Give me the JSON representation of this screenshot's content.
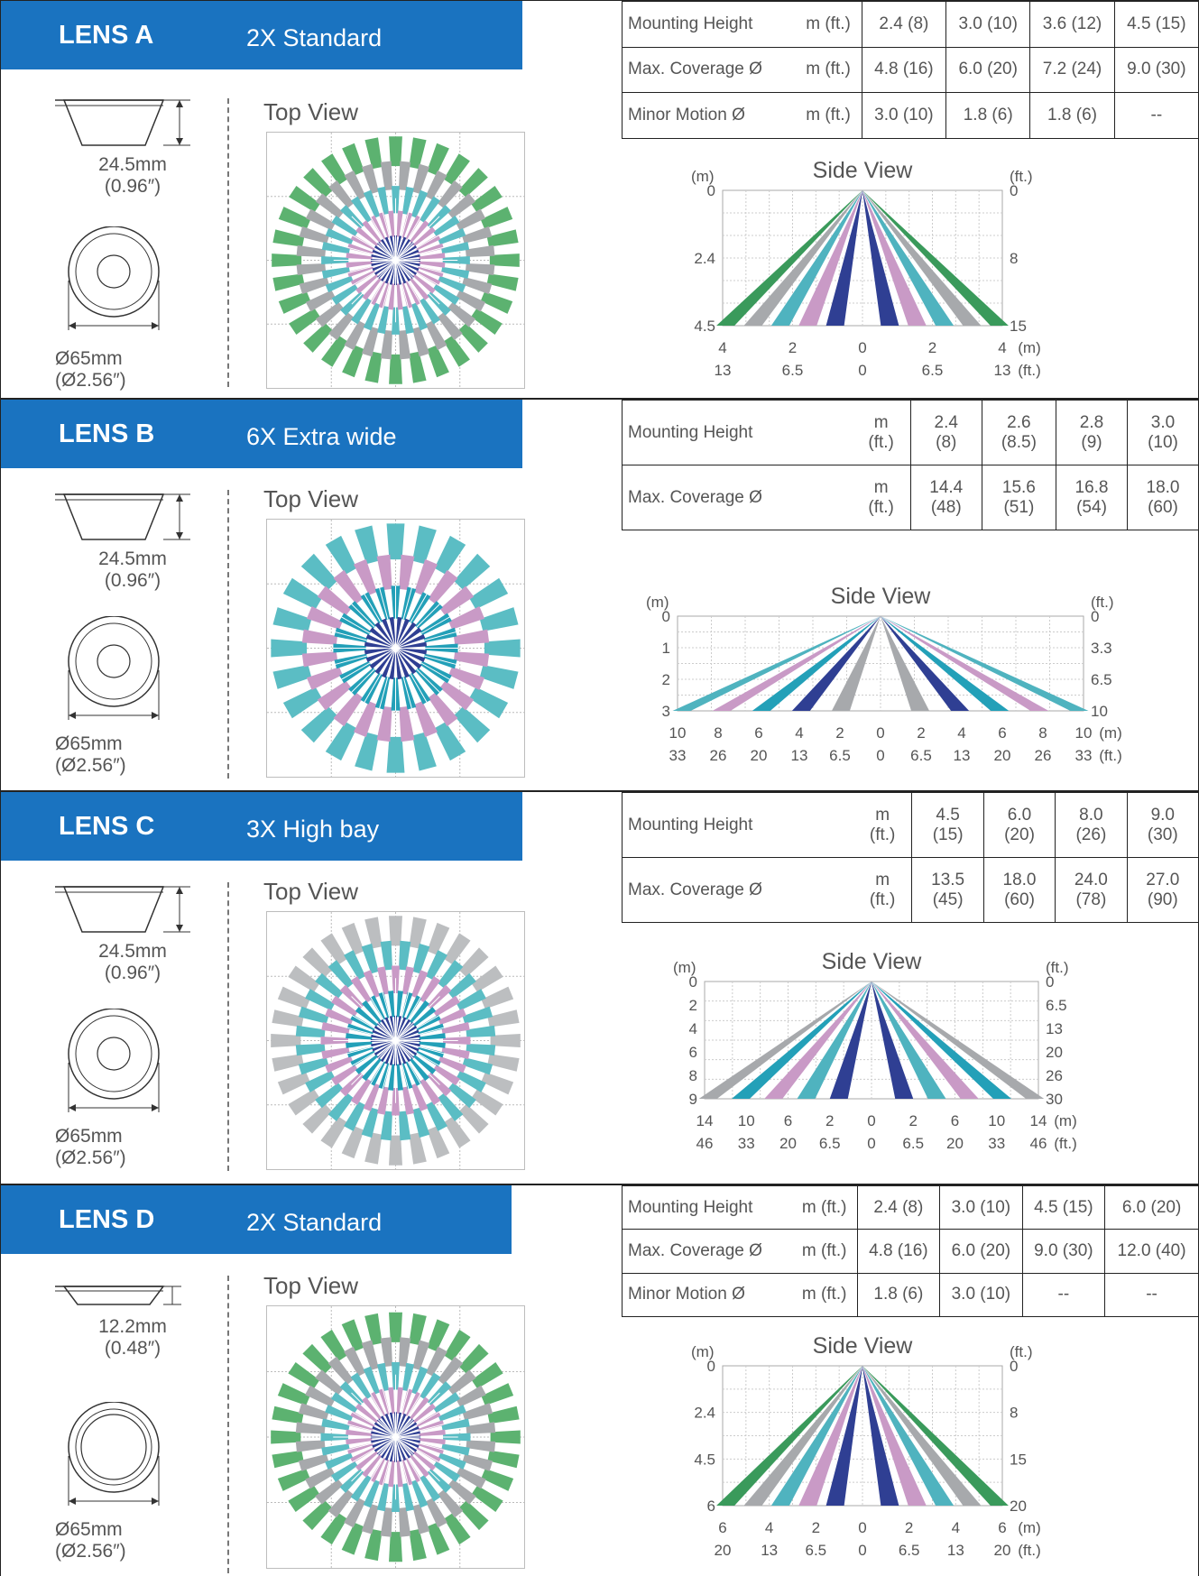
{
  "lenses": [
    {
      "name": "LENS A",
      "subtitle": "2X Standard",
      "dim_height": "24.5mm",
      "dim_height_in": "(0.96″)",
      "dim_diameter": "Ø65mm",
      "dim_diameter_in": "(Ø2.56″)",
      "top_view_label": "Top View",
      "top_view_colors": [
        "#5cb270",
        "#a7a9ac",
        "#5bbdc4",
        "#c99ac6",
        "#2f3f93"
      ],
      "table": {
        "layout": "inline",
        "rows": [
          {
            "label": "Mounting Height",
            "unit": "m (ft.)",
            "values": [
              "2.4 (8)",
              "3.0 (10)",
              "3.6 (12)",
              "4.5 (15)"
            ]
          },
          {
            "label": "Max. Coverage Ø",
            "unit": "m (ft.)",
            "values": [
              "4.8 (16)",
              "6.0 (20)",
              "7.2 (24)",
              "9.0 (30)"
            ]
          },
          {
            "label": "Minor Motion Ø",
            "unit": "m (ft.)",
            "values": [
              "3.0 (10)",
              "1.8 (6)",
              "1.8 (6)",
              "--"
            ]
          }
        ]
      },
      "side_view": {
        "title": "Side View",
        "left_unit": "(m)",
        "right_unit": "(ft.)",
        "left_ticks": [
          "0",
          "2.4",
          "4.5"
        ],
        "right_ticks": [
          "0",
          "8",
          "15"
        ],
        "bottom_m": [
          "4",
          "2",
          "0",
          "2",
          "4",
          "(m)"
        ],
        "bottom_ft": [
          "13",
          "6.5",
          "0",
          "6.5",
          "13",
          "(ft.)"
        ],
        "beam_colors": [
          "#3a9a5b",
          "#a7a9ac",
          "#4fb3bf",
          "#c99ac6",
          "#2f3f93"
        ]
      }
    },
    {
      "name": "LENS B",
      "subtitle": "6X Extra wide",
      "dim_height": "24.5mm",
      "dim_height_in": "(0.96″)",
      "dim_diameter": "Ø65mm",
      "dim_diameter_in": "(Ø2.56″)",
      "top_view_label": "Top View",
      "top_view_colors": [
        "#5bbdc4",
        "#c99ac6",
        "#23a0b8",
        "#2f3f93"
      ],
      "table": {
        "layout": "stacked",
        "rows": [
          {
            "label": "Mounting Height",
            "unit_m": "m",
            "unit_ft": "(ft.)",
            "values": [
              [
                "2.4",
                "(8)"
              ],
              [
                "2.6",
                "(8.5)"
              ],
              [
                "2.8",
                "(9)"
              ],
              [
                "3.0",
                "(10)"
              ]
            ]
          },
          {
            "label": "Max. Coverage Ø",
            "unit_m": "m",
            "unit_ft": "(ft.)",
            "values": [
              [
                "14.4",
                "(48)"
              ],
              [
                "15.6",
                "(51)"
              ],
              [
                "16.8",
                "(54)"
              ],
              [
                "18.0",
                "(60)"
              ]
            ]
          }
        ]
      },
      "side_view": {
        "title": "Side View",
        "left_unit": "(m)",
        "right_unit": "(ft.)",
        "left_ticks": [
          "0",
          "1",
          "2",
          "3"
        ],
        "right_ticks": [
          "0",
          "3.3",
          "6.5",
          "10"
        ],
        "bottom_m": [
          "10",
          "8",
          "6",
          "4",
          "2",
          "0",
          "2",
          "4",
          "6",
          "8",
          "10",
          "(m)"
        ],
        "bottom_ft": [
          "33",
          "26",
          "20",
          "13",
          "6.5",
          "0",
          "6.5",
          "13",
          "20",
          "26",
          "33",
          "(ft.)"
        ],
        "beam_colors": [
          "#4fb3bf",
          "#c99ac6",
          "#23a0b8",
          "#2f3f93",
          "#a7a9ac"
        ]
      }
    },
    {
      "name": "LENS C",
      "subtitle": "3X High bay",
      "dim_height": "24.5mm",
      "dim_height_in": "(0.96″)",
      "dim_diameter": "Ø65mm",
      "dim_diameter_in": "(Ø2.56″)",
      "top_view_label": "Top View",
      "top_view_colors": [
        "#bcbec0",
        "#5bbdc4",
        "#c99ac6",
        "#23a0b8",
        "#2f3f93"
      ],
      "table": {
        "layout": "stacked",
        "rows": [
          {
            "label": "Mounting Height",
            "unit_m": "m",
            "unit_ft": "(ft.)",
            "values": [
              [
                "4.5",
                "(15)"
              ],
              [
                "6.0",
                "(20)"
              ],
              [
                "8.0",
                "(26)"
              ],
              [
                "9.0",
                "(30)"
              ]
            ]
          },
          {
            "label": "Max. Coverage Ø",
            "unit_m": "m",
            "unit_ft": "(ft.)",
            "values": [
              [
                "13.5",
                "(45)"
              ],
              [
                "18.0",
                "(60)"
              ],
              [
                "24.0",
                "(78)"
              ],
              [
                "27.0",
                "(90)"
              ]
            ]
          }
        ]
      },
      "side_view": {
        "title": "Side View",
        "left_unit": "(m)",
        "right_unit": "(ft.)",
        "left_ticks": [
          "0",
          "2",
          "4",
          "6",
          "8",
          "9"
        ],
        "right_ticks": [
          "0",
          "6.5",
          "13",
          "20",
          "26",
          "30"
        ],
        "bottom_m": [
          "14",
          "10",
          "6",
          "2",
          "0",
          "2",
          "6",
          "10",
          "14",
          "(m)"
        ],
        "bottom_ft": [
          "46",
          "33",
          "20",
          "6.5",
          "0",
          "6.5",
          "20",
          "33",
          "46",
          "(ft.)"
        ],
        "beam_colors": [
          "#a7a9ac",
          "#23a0b8",
          "#c99ac6",
          "#4fb3bf",
          "#2f3f93"
        ]
      }
    },
    {
      "name": "LENS D",
      "subtitle": "2X Standard",
      "dim_height": "12.2mm",
      "dim_height_in": "(0.48″)",
      "dim_diameter": "Ø65mm",
      "dim_diameter_in": "(Ø2.56″)",
      "top_view_label": "Top View",
      "top_view_colors": [
        "#5cb270",
        "#a7a9ac",
        "#5bbdc4",
        "#c99ac6",
        "#2f3f93"
      ],
      "table": {
        "layout": "inline",
        "rows": [
          {
            "label": "Mounting Height",
            "unit": "m (ft.)",
            "values": [
              "2.4 (8)",
              "3.0 (10)",
              "4.5 (15)",
              "6.0 (20)"
            ]
          },
          {
            "label": "Max. Coverage Ø",
            "unit": "m (ft.)",
            "values": [
              "4.8 (16)",
              "6.0 (20)",
              "9.0 (30)",
              "12.0 (40)"
            ]
          },
          {
            "label": "Minor Motion Ø",
            "unit": "m (ft.)",
            "values": [
              "1.8 (6)",
              "3.0 (10)",
              "--",
              "--"
            ]
          }
        ]
      },
      "side_view": {
        "title": "Side View",
        "left_unit": "(m)",
        "right_unit": "(ft.)",
        "left_ticks": [
          "0",
          "2.4",
          "4.5",
          "6"
        ],
        "right_ticks": [
          "0",
          "8",
          "15",
          "20"
        ],
        "bottom_m": [
          "6",
          "4",
          "2",
          "0",
          "2",
          "4",
          "6",
          "(m)"
        ],
        "bottom_ft": [
          "20",
          "13",
          "6.5",
          "0",
          "6.5",
          "13",
          "20",
          "(ft.)"
        ],
        "beam_colors": [
          "#3a9a5b",
          "#a7a9ac",
          "#4fb3bf",
          "#c99ac6",
          "#2f3f93"
        ]
      }
    }
  ]
}
